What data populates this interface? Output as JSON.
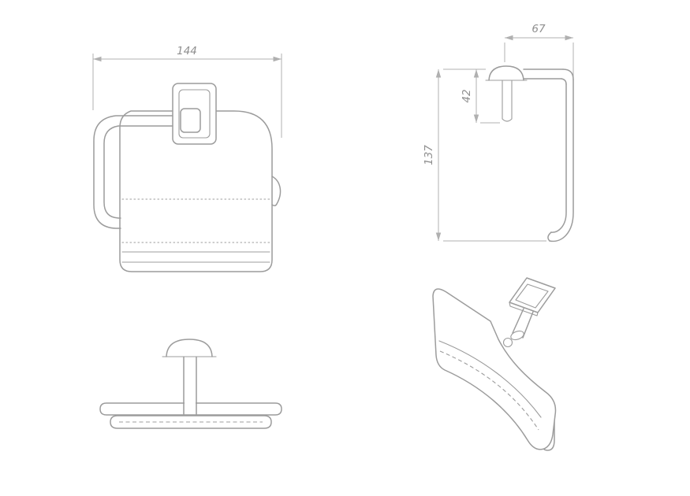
{
  "drawing": {
    "background": "#ffffff",
    "line_color": "#9c9c9c",
    "dim_line_color": "#b0b0b0",
    "dim_text_color": "#8f8f8f"
  },
  "dims": {
    "front_width": "144",
    "side_depth": "67",
    "side_plate_to_arm": "42",
    "side_height": "137"
  }
}
